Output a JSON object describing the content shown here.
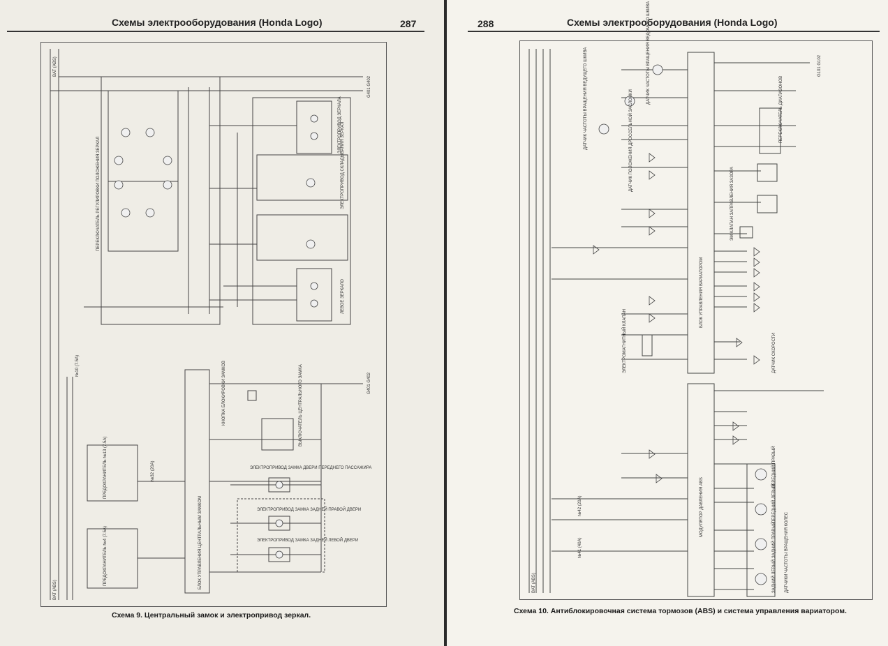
{
  "left_page": {
    "header_title": "Схемы электрооборудования (Honda Logo)",
    "page_number": "287",
    "caption": "Схема 9. Центральный замок и электропривод зеркал.",
    "labels": {
      "mirror_switch": "ПЕРЕКЛЮЧАТЕЛЬ РЕГУЛИРОВКИ ПОЛОЖЕНИЯ ЗЕРКАЛ",
      "right_mirror_drive": "ЭЛЕКТРОПРИВОД ЗЕРКАЛА",
      "fold_drive": "ЭЛЕКТРОПРИВОД СКЛАДЫВАНИЯ ЗЕРКАЛ",
      "left_mirror": "ЛЕВОЕ ЗЕРКАЛО",
      "lock_unit": "БЛОК УПРАВЛЕНИЯ ЦЕНТРАЛЬНЫМ ЗАМКОМ",
      "lock_button": "КНОПКА БЛОКИРОВКИ ЗАМКОВ",
      "lock_switch": "ВЫКЛЮЧАТЕЛЬ ЦЕНТРАЛЬНОГО ЗАМКА",
      "front_pass_lock": "ЭЛЕКТРОПРИВОД ЗАМКА ДВЕРИ ПЕРЕДНЕГО ПАССАЖИРА",
      "rear_right_lock": "ЭЛЕКТРОПРИВОД ЗАМКА ЗАДНЕЙ ПРАВОЙ ДВЕРИ",
      "rear_left_lock": "ЭЛЕКТРОПРИВОД ЗАМКА ЗАДНЕЙ ЛЕВОЙ ДВЕРИ",
      "fuse_box_1": "ПРЕДОХРАНИТЕЛЬ №13 (7.5А)",
      "fuse_box_2": "ПРЕДОХРАНИТЕЛЬ №4 (7.5А)",
      "bat": "BAT (ABS)",
      "ground_1": "G401 G402",
      "ground_2": "G401 G402",
      "fuse_32": "№32 (20A)",
      "fuse_10": "№10 (7.5А)"
    }
  },
  "right_page": {
    "header_title": "Схемы электрооборудования (Honda Logo)",
    "page_number": "288",
    "caption": "Схема 10. Антиблокировочная система тормозов (ABS) и система управления вариатором.",
    "labels": {
      "cvt_unit": "БЛОК УПРАВЛЕНИЯ ВАРИАТОРОМ",
      "abs_modulator": "МОДУЛЯТОР ДАВЛЕНИЯ ABS",
      "speed_sensor": "ДАТЧИК ЧАСТОТЫ ВРАЩЕНИЯ ВЕДОМОГО ШКИВА",
      "drive_pulley_sensor": "ДАТЧИК ЧАСТОТЫ ВРАЩЕНИЯ ВЕДУЩЕГО ШКИВА",
      "throttle_sensor": "ДАТЧИК ПОЛОЖЕНИЯ ДРОССЕЛЬНОЙ ЗАСЛОНКИ",
      "selector_switch": "ПЕРЕКЛЮЧАТЕЛЬ ДИАПАЗОНОВ",
      "pressure_valve": "ЭМ КЛАПАН ЗАПРАВЛЕНИЯ ЗАЗОРА",
      "solenoid": "ЭЛЕКТРОМАГНИТНЫЙ КЛАПАН",
      "wheel_sensors": "ДАТЧИКИ ЧАСТОТЫ ВРАЩЕНИЯ КОЛЕС",
      "fl": "ПЕРЕДНИЙ ЛЕВЫЙ",
      "fr": "ПЕРЕДНИЙ ПРАВЫЙ",
      "rl": "ЗАДНИЙ ЛЕВЫЙ",
      "rr": "ЗАДНИЙ ПРАВЫЙ",
      "speed_out": "ДАТЧИК СКОРОСТИ",
      "fuse_41": "№41 (40A)",
      "fuse_42": "№42 (20A)",
      "bat": "BAT (ABS)",
      "ground": "G101 G102"
    }
  }
}
